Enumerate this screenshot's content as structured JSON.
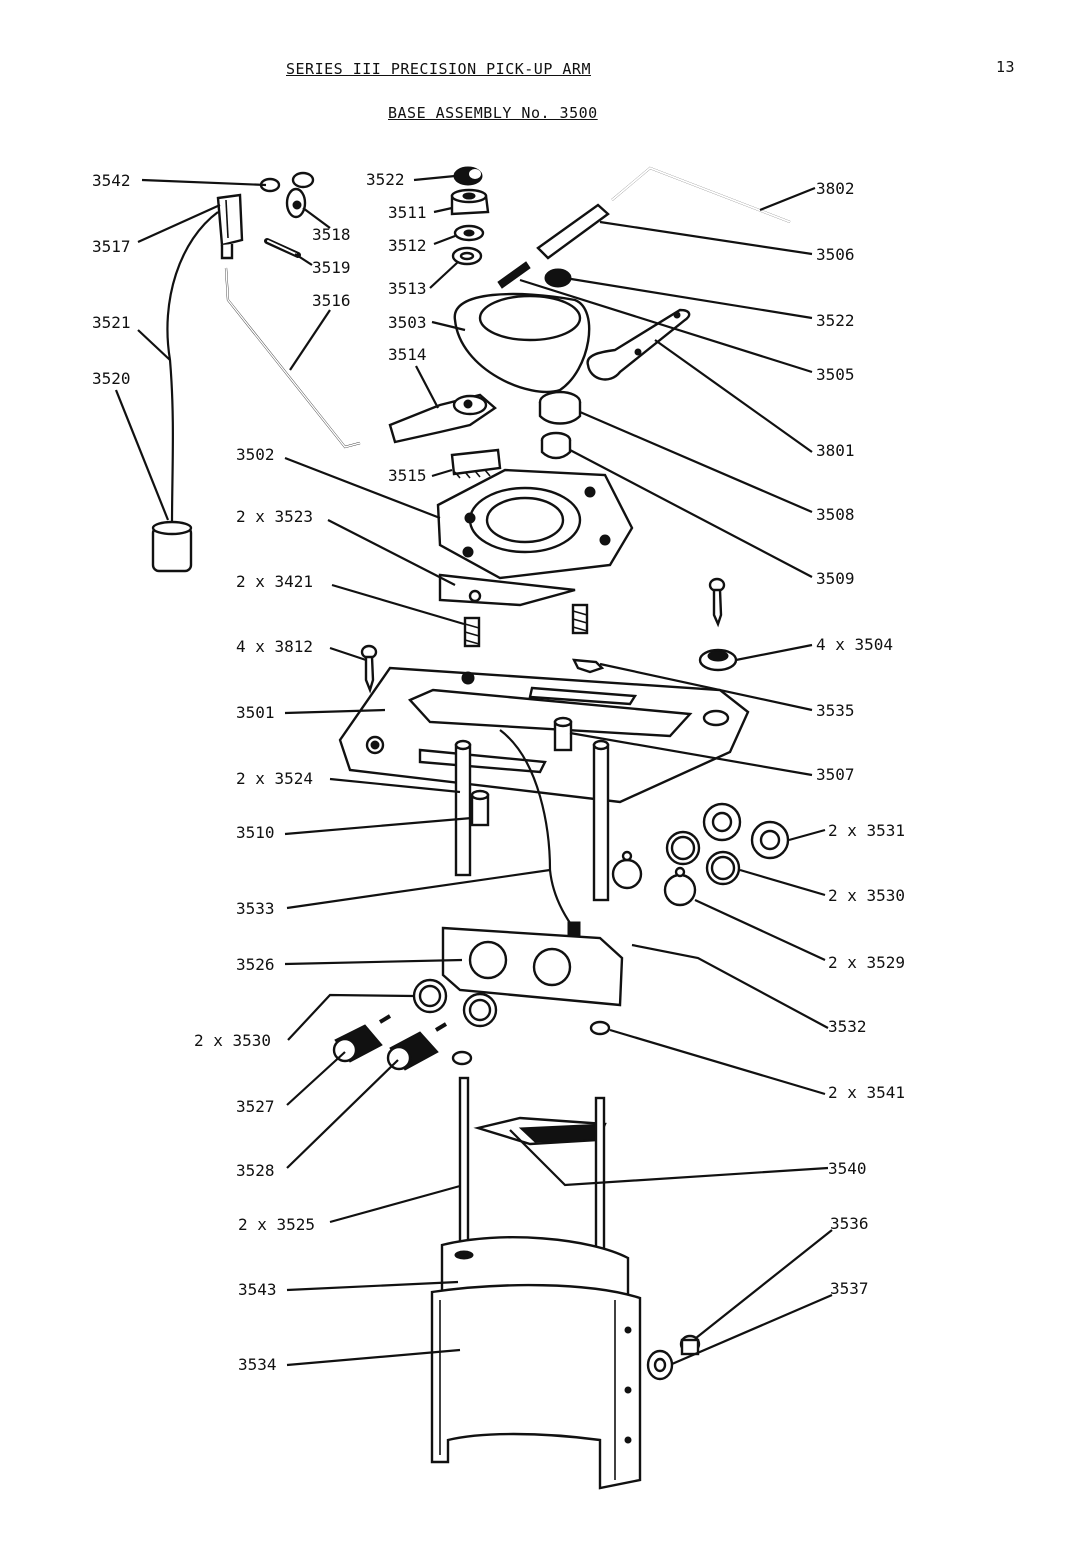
{
  "header": {
    "title": "SERIES III PRECISION PICK-UP ARM",
    "subtitle": "BASE ASSEMBLY No. 3500",
    "page_number": "13"
  },
  "labels": {
    "p3542": "3542",
    "p3517": "3517",
    "p3518": "3518",
    "p3519": "3519",
    "p3516": "3516",
    "p3521": "3521",
    "p3520": "3520",
    "p3522a": "3522",
    "p3511": "3511",
    "p3512": "3512",
    "p3513": "3513",
    "p3503": "3503",
    "p3514": "3514",
    "p3502": "3502",
    "p3515": "3515",
    "p3802": "3802",
    "p3506": "3506",
    "p3522b": "3522",
    "p3505": "3505",
    "p3801": "3801",
    "p3508": "3508",
    "p3509": "3509",
    "p3523": "2 x 3523",
    "p3421": "2 x 3421",
    "p3812": "4 x 3812",
    "p3504": "4 x 3504",
    "p3501": "3501",
    "p3535": "3535",
    "p3507": "3507",
    "p3524": "2 x 3524",
    "p3510": "3510",
    "p3531": "2 x 3531",
    "p3530a": "2 x 3530",
    "p3533": "3533",
    "p3529": "2 x 3529",
    "p3526": "3526",
    "p3532": "3532",
    "p3530b": "2 x 3530",
    "p3527": "3527",
    "p3541": "2 x 3541",
    "p3528": "3528",
    "p3540": "3540",
    "p3525": "2 x 3525",
    "p3536": "3536",
    "p3543": "3543",
    "p3537": "3537",
    "p3534": "3534"
  }
}
